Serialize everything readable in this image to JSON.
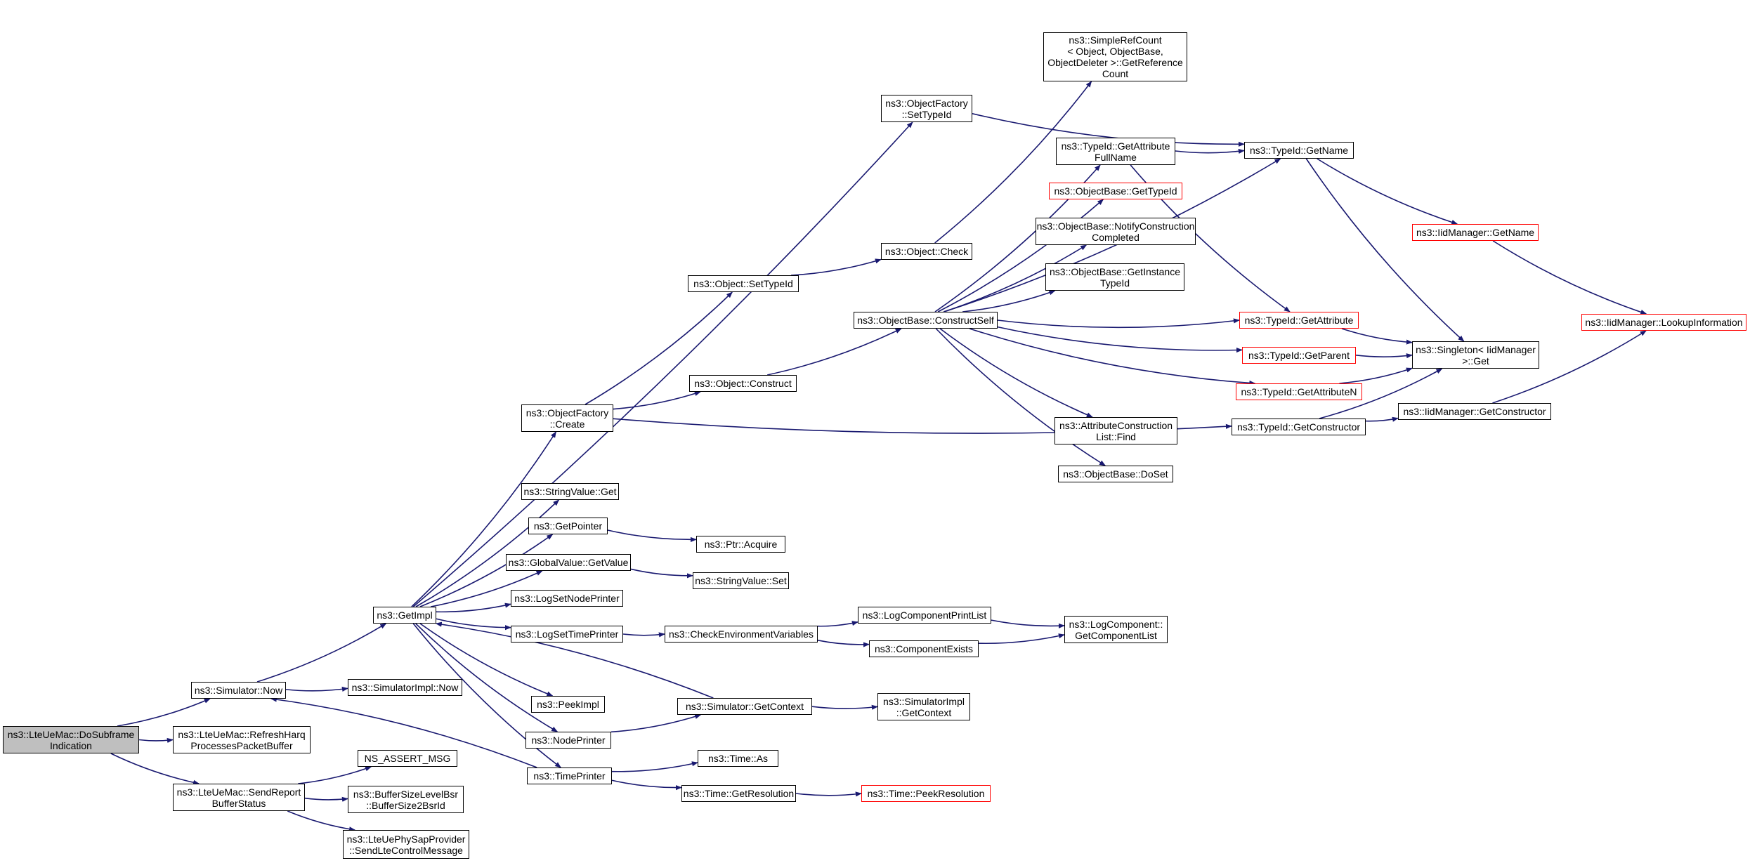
{
  "colors": {
    "edge": "#191970",
    "root_fill": "#bfbfbf",
    "red_border": "#ff0000"
  },
  "nodes": {
    "n0": {
      "label": "ns3::LteUeMac::DoSubframe\nIndication",
      "style": "root"
    },
    "n1": {
      "label": "ns3::Simulator::Now"
    },
    "n2": {
      "label": "ns3::LteUeMac::RefreshHarq\nProcessesPacketBuffer"
    },
    "n3": {
      "label": "ns3::LteUeMac::SendReport\nBufferStatus"
    },
    "n4": {
      "label": "ns3::GetImpl"
    },
    "n5": {
      "label": "ns3::SimulatorImpl::Now"
    },
    "n6": {
      "label": "ns3::ObjectFactory\n::SetTypeId"
    },
    "n7": {
      "label": "ns3::ObjectFactory\n::Create"
    },
    "n8": {
      "label": "ns3::StringValue::Get"
    },
    "n9": {
      "label": "ns3::GetPointer"
    },
    "n10": {
      "label": "ns3::GlobalValue::GetValue"
    },
    "n11": {
      "label": "ns3::LogSetNodePrinter"
    },
    "n12": {
      "label": "ns3::LogSetTimePrinter"
    },
    "n13": {
      "label": "ns3::PeekImpl"
    },
    "n14": {
      "label": "ns3::NodePrinter"
    },
    "n15": {
      "label": "ns3::TimePrinter"
    },
    "n16": {
      "label": "ns3::SimpleRefCount\n< Object, ObjectBase,\nObjectDeleter >::GetReference\nCount"
    },
    "n17": {
      "label": "ns3::Object::Check"
    },
    "n18": {
      "label": "ns3::Object::SetTypeId"
    },
    "n19": {
      "label": "ns3::Object::Construct"
    },
    "n20": {
      "label": "ns3::ObjectBase::ConstructSelf"
    },
    "n21": {
      "label": "ns3::TypeId::GetAttribute\nFullName"
    },
    "n22": {
      "label": "ns3::ObjectBase::GetTypeId",
      "style": "red"
    },
    "n23": {
      "label": "ns3::ObjectBase::NotifyConstruction\nCompleted"
    },
    "n24": {
      "label": "ns3::ObjectBase::GetInstance\nTypeId"
    },
    "n25": {
      "label": "ns3::AttributeConstruction\nList::Find"
    },
    "n26": {
      "label": "ns3::ObjectBase::DoSet"
    },
    "n27": {
      "label": "ns3::TypeId::GetName"
    },
    "n28": {
      "label": "ns3::TypeId::GetAttribute",
      "style": "red"
    },
    "n29": {
      "label": "ns3::TypeId::GetParent",
      "style": "red"
    },
    "n30": {
      "label": "ns3::TypeId::GetAttributeN",
      "style": "red"
    },
    "n31": {
      "label": "ns3::TypeId::GetConstructor"
    },
    "n32": {
      "label": "ns3::IidManager::GetName",
      "style": "red"
    },
    "n33": {
      "label": "ns3::Singleton< IidManager\n>::Get"
    },
    "n34": {
      "label": "ns3::IidManager::GetConstructor"
    },
    "n35": {
      "label": "ns3::IidManager::LookupInformation",
      "style": "red"
    },
    "n36": {
      "label": "ns3::Ptr::Acquire"
    },
    "n37": {
      "label": "ns3::StringValue::Set"
    },
    "n38": {
      "label": "ns3::CheckEnvironmentVariables"
    },
    "n39": {
      "label": "ns3::LogComponentPrintList"
    },
    "n40": {
      "label": "ns3::ComponentExists"
    },
    "n41": {
      "label": "ns3::LogComponent::\nGetComponentList"
    },
    "n42": {
      "label": "ns3::Simulator::GetContext"
    },
    "n43": {
      "label": "ns3::SimulatorImpl\n::GetContext"
    },
    "n44": {
      "label": "ns3::Time::As"
    },
    "n45": {
      "label": "ns3::Time::GetResolution"
    },
    "n46": {
      "label": "ns3::Time::PeekResolution",
      "style": "red"
    },
    "n47": {
      "label": "NS_ASSERT_MSG"
    },
    "n48": {
      "label": "ns3::BufferSizeLevelBsr\n::BufferSize2BsrId"
    },
    "n49": {
      "label": "ns3::LteUePhySapProvider\n::SendLteControlMessage"
    }
  },
  "edges": [
    [
      "n0",
      "n1"
    ],
    [
      "n0",
      "n2"
    ],
    [
      "n0",
      "n3"
    ],
    [
      "n1",
      "n4"
    ],
    [
      "n1",
      "n5"
    ],
    [
      "n4",
      "n6"
    ],
    [
      "n4",
      "n7"
    ],
    [
      "n4",
      "n8"
    ],
    [
      "n4",
      "n9"
    ],
    [
      "n4",
      "n10"
    ],
    [
      "n4",
      "n11"
    ],
    [
      "n4",
      "n12"
    ],
    [
      "n4",
      "n13"
    ],
    [
      "n4",
      "n14"
    ],
    [
      "n4",
      "n15"
    ],
    [
      "n6",
      "n27"
    ],
    [
      "n7",
      "n18"
    ],
    [
      "n7",
      "n19"
    ],
    [
      "n7",
      "n31"
    ],
    [
      "n17",
      "n16"
    ],
    [
      "n18",
      "n17"
    ],
    [
      "n19",
      "n20"
    ],
    [
      "n20",
      "n21"
    ],
    [
      "n20",
      "n22"
    ],
    [
      "n20",
      "n23"
    ],
    [
      "n20",
      "n24"
    ],
    [
      "n20",
      "n27"
    ],
    [
      "n20",
      "n28"
    ],
    [
      "n20",
      "n29"
    ],
    [
      "n20",
      "n30"
    ],
    [
      "n20",
      "n25"
    ],
    [
      "n20",
      "n26"
    ],
    [
      "n21",
      "n27"
    ],
    [
      "n21",
      "n28"
    ],
    [
      "n27",
      "n32"
    ],
    [
      "n27",
      "n33"
    ],
    [
      "n28",
      "n33"
    ],
    [
      "n29",
      "n33"
    ],
    [
      "n30",
      "n33"
    ],
    [
      "n31",
      "n33"
    ],
    [
      "n31",
      "n34"
    ],
    [
      "n32",
      "n35"
    ],
    [
      "n34",
      "n35"
    ],
    [
      "n9",
      "n36"
    ],
    [
      "n10",
      "n37"
    ],
    [
      "n12",
      "n38"
    ],
    [
      "n38",
      "n39"
    ],
    [
      "n38",
      "n40"
    ],
    [
      "n39",
      "n41"
    ],
    [
      "n40",
      "n41"
    ],
    [
      "n14",
      "n42"
    ],
    [
      "n42",
      "n4"
    ],
    [
      "n42",
      "n43"
    ],
    [
      "n15",
      "n1"
    ],
    [
      "n15",
      "n44"
    ],
    [
      "n15",
      "n45"
    ],
    [
      "n45",
      "n46"
    ],
    [
      "n3",
      "n47"
    ],
    [
      "n3",
      "n48"
    ],
    [
      "n3",
      "n49"
    ]
  ]
}
